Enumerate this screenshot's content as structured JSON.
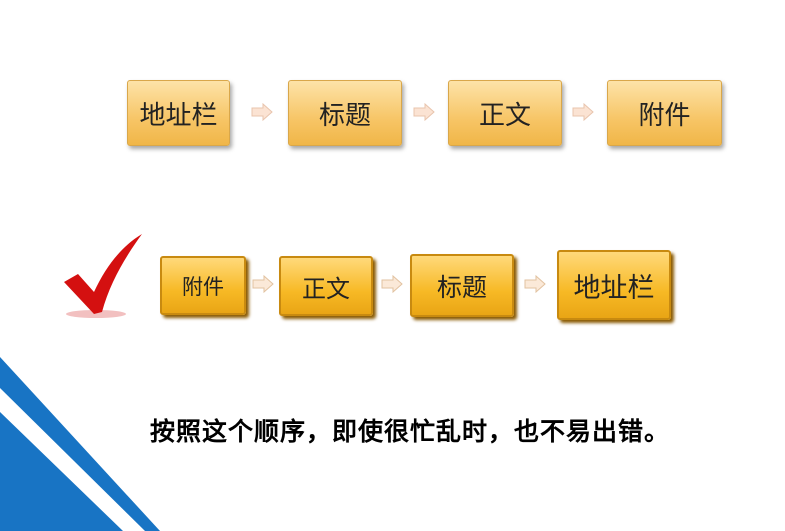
{
  "row1": [
    "地址栏",
    "标题",
    "正文",
    "附件"
  ],
  "row2": [
    "附件",
    "正文",
    "标题",
    "地址栏"
  ],
  "caption": "按照这个顺序，即使很忙乱时，也不易出错。",
  "colors": {
    "accent_blue": "#1874c4",
    "check_red": "#d41010",
    "box_orange": "#f7c566"
  }
}
